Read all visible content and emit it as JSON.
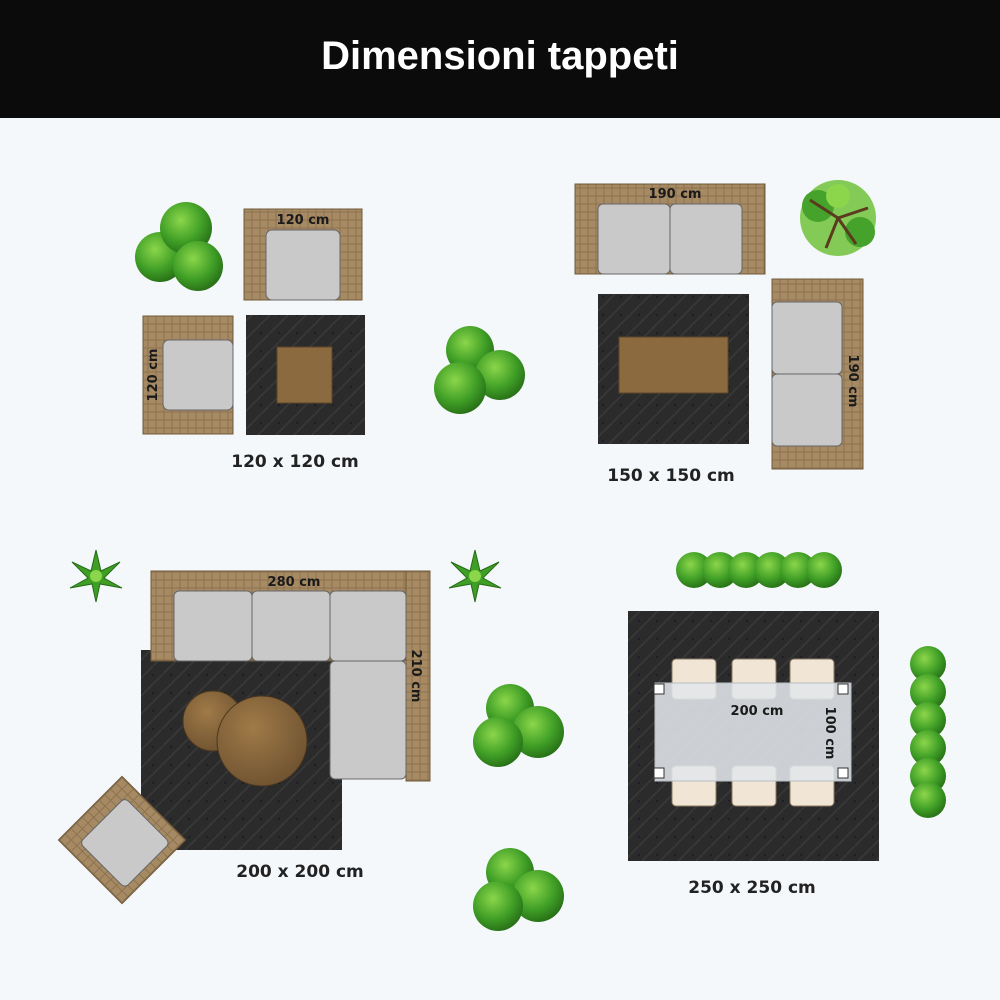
{
  "title": "Dimensioni tappeti",
  "colors": {
    "header_bg": "#0b0b0b",
    "page_bg": "#f5f8fb",
    "rug": "#2b2b2b",
    "wicker": "#a68a63",
    "cushion": "#c9c9c9",
    "wood": "#8a6a3e",
    "foliage": "#3f9e26"
  },
  "sets": [
    {
      "caption": "120 x 120 cm",
      "labels": {
        "armchair_top": "120 cm",
        "armchair_left": "120 cm"
      }
    },
    {
      "caption": "150 x 150 cm",
      "labels": {
        "sofa_top": "190 cm",
        "sofa_right": "190 cm"
      }
    },
    {
      "caption": "200 x 200 cm",
      "labels": {
        "sofa_width": "280 cm",
        "sofa_depth": "210 cm"
      }
    },
    {
      "caption": "250 x 250 cm",
      "labels": {
        "table_width": "200 cm",
        "table_depth": "100 cm"
      }
    }
  ]
}
